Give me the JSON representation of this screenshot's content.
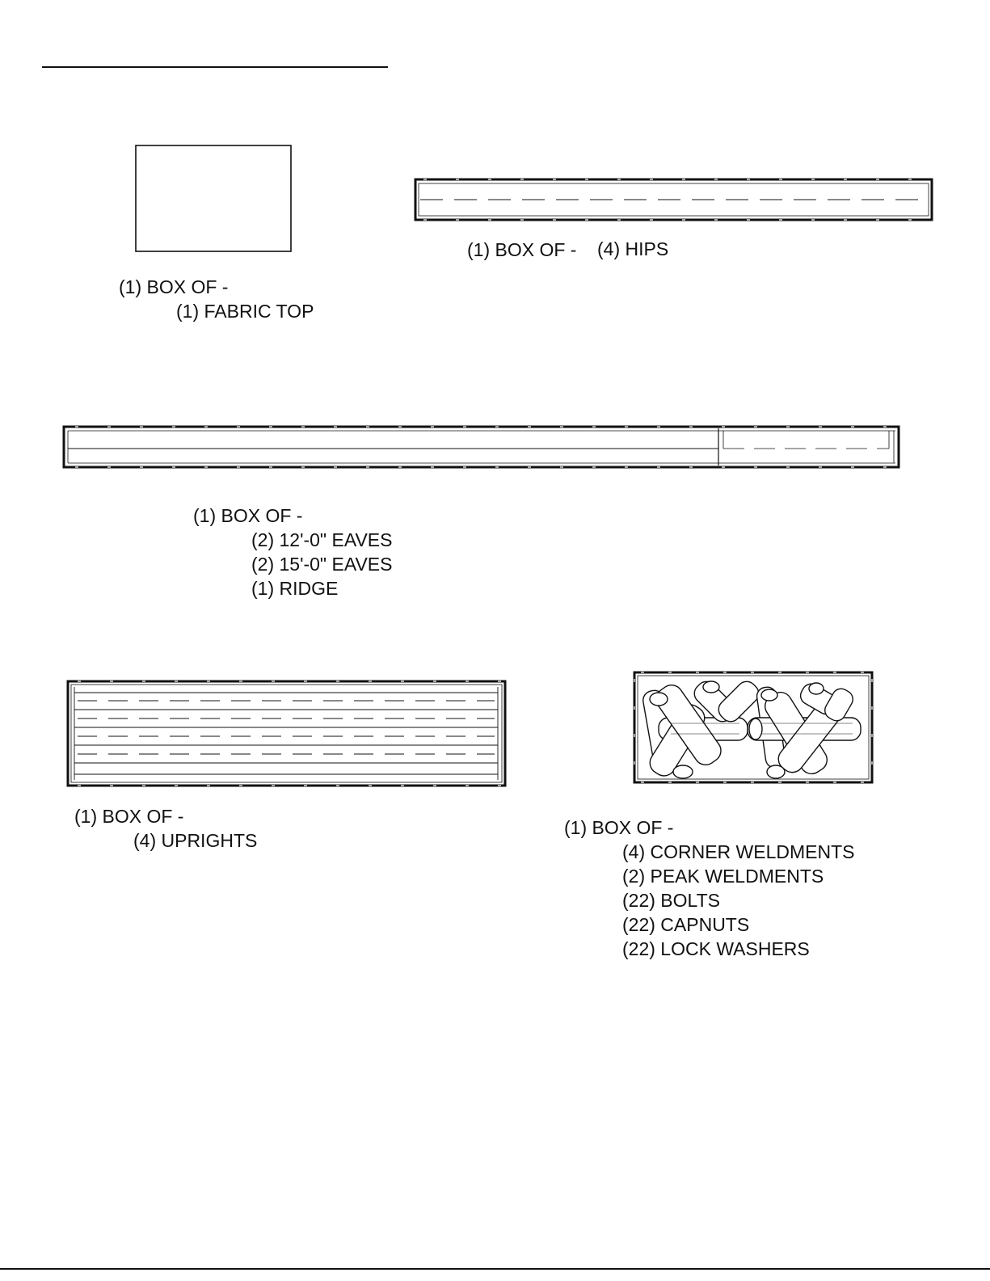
{
  "packages": [
    {
      "id": "fabric",
      "heading": "(1) BOX OF -",
      "items": [
        "(1)  FABRIC TOP"
      ]
    },
    {
      "id": "hips",
      "heading": "(1) BOX OF -",
      "items": [
        "(4) HIPS"
      ]
    },
    {
      "id": "eaves",
      "heading": "(1) BOX OF -",
      "items": [
        "(2) 12'-0\" EAVES",
        "(2) 15'-0\" EAVES",
        "(1)  RIDGE"
      ]
    },
    {
      "id": "uprights",
      "heading": "(1) BOX OF -",
      "items": [
        "(4) UPRIGHTS"
      ]
    },
    {
      "id": "hardware",
      "heading": "(1) BOX OF -",
      "items": [
        "(4) CORNER WELDMENTS",
        "(2) PEAK WELDMENTS",
        "(22) BOLTS",
        "(22) CAPNUTS",
        "(22) LOCK WASHERS"
      ]
    }
  ]
}
